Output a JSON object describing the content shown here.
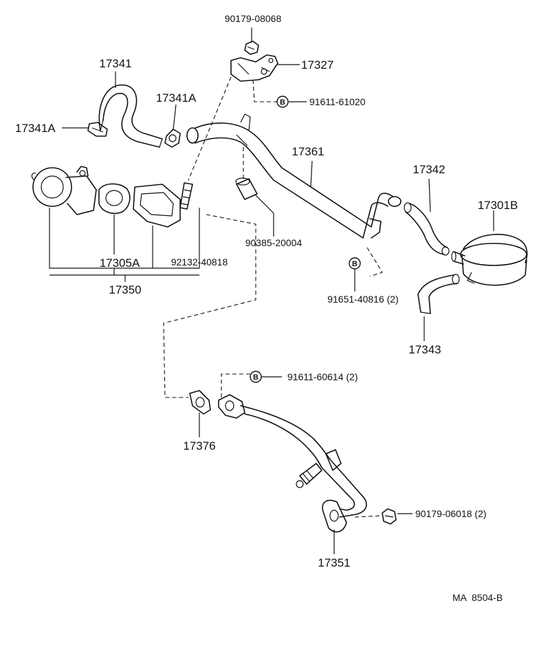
{
  "diagram": {
    "parts": {
      "p90179_08068": "90179-08068",
      "p17327": "17327",
      "p17341": "17341",
      "p91611_61020": "91611-61020",
      "p17341A_a": "17341A",
      "p17341A_b": "17341A",
      "p17361": "17361",
      "p17342": "17342",
      "p17301B": "17301B",
      "p90385_20004": "90385-20004",
      "p17305A": "17305A",
      "p92132_40818": "92132-40818",
      "p17350": "17350",
      "p91651_40816": "91651-40816 (2)",
      "p17343": "17343",
      "p91611_60614": "91611-60614 (2)",
      "p17376": "17376",
      "p90179_06018": "90179-06018 (2)",
      "p17351": "17351"
    },
    "bolt_marker": "B",
    "drawing_code": "MA  8504-B"
  }
}
